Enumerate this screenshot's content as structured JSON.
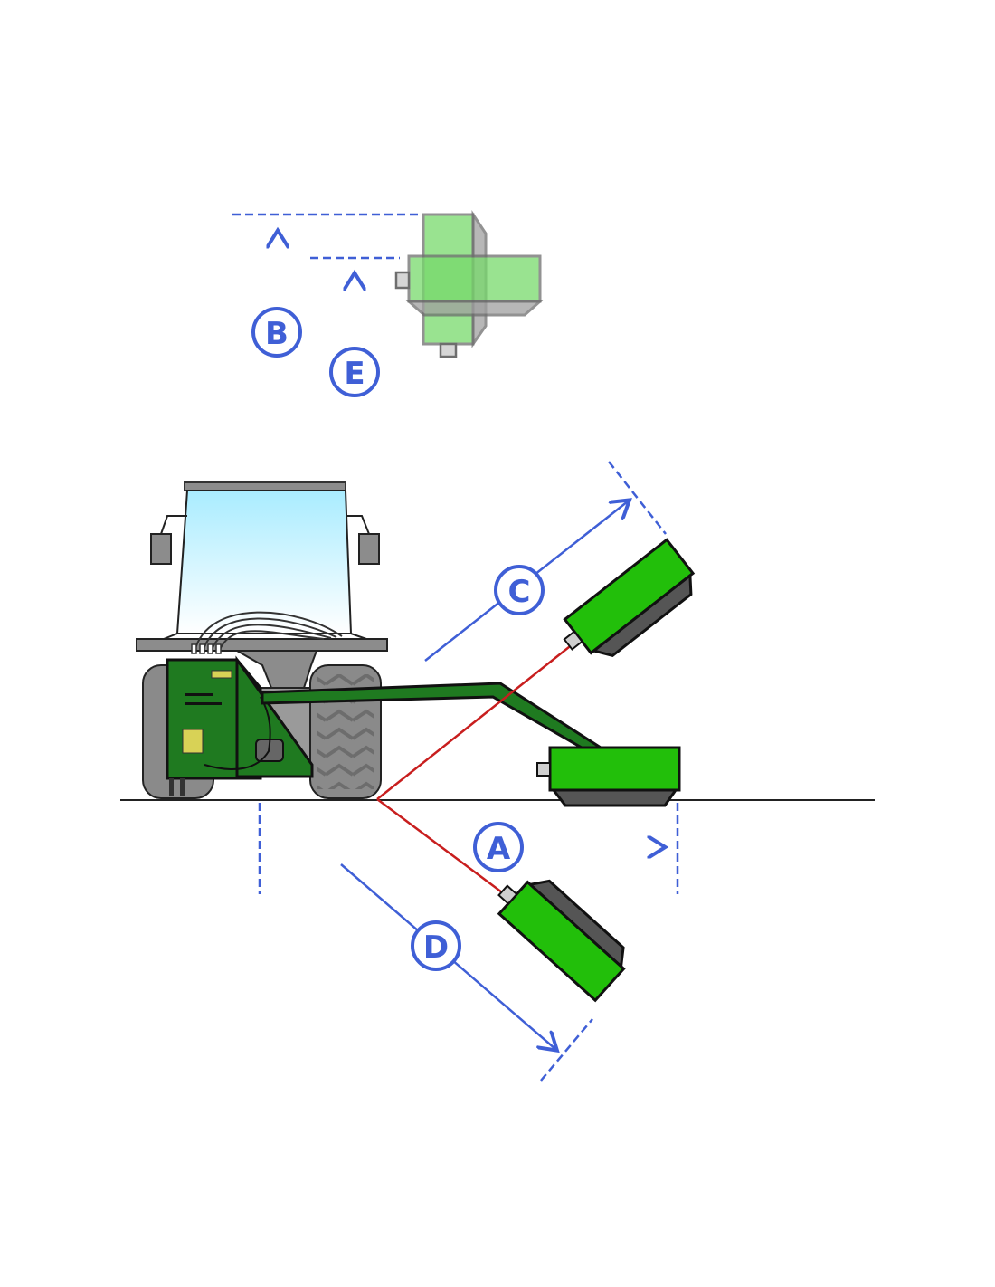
{
  "colors": {
    "dimension": "#3f5fd6",
    "boom_line": "#c81e1e",
    "implement_green": "#22bf0a",
    "chassis_green": "#1f7a20",
    "dark_gray": "#555555",
    "tire_gray": "#8a8a8a",
    "body_gray": "#8c8c8c",
    "glass_top": "#a9ecff"
  },
  "dimensions": [
    {
      "id": "A",
      "label": "A"
    },
    {
      "id": "B",
      "label": "B"
    },
    {
      "id": "C",
      "label": "C"
    },
    {
      "id": "D",
      "label": "D"
    },
    {
      "id": "E",
      "label": "E"
    }
  ]
}
